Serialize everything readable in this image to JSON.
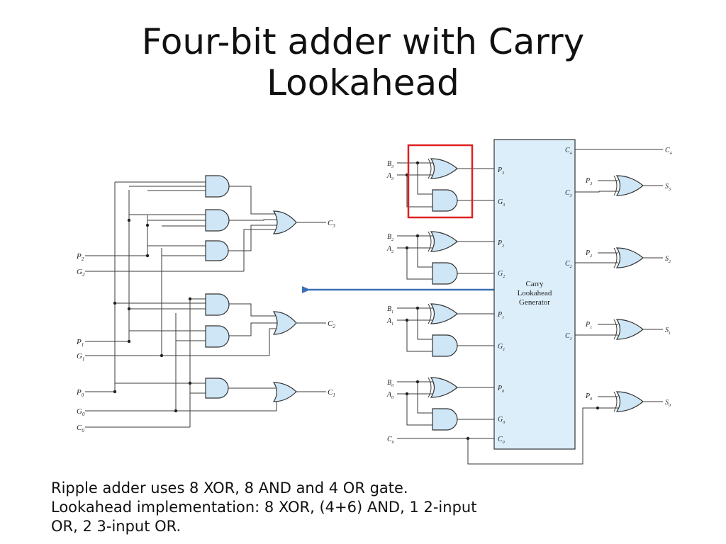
{
  "title": {
    "line1": "Four-bit adder with Carry",
    "line2": "Lookahead"
  },
  "schematic": {
    "left_circuit": {
      "inputs": [
        {
          "name": "P",
          "sub": "2"
        },
        {
          "name": "G",
          "sub": "2"
        },
        {
          "name": "P",
          "sub": "1"
        },
        {
          "name": "G",
          "sub": "1"
        },
        {
          "name": "P",
          "sub": "0"
        },
        {
          "name": "G",
          "sub": "0"
        },
        {
          "name": "C",
          "sub": "0"
        }
      ],
      "outputs": [
        {
          "name": "C",
          "sub": "3"
        },
        {
          "name": "C",
          "sub": "2"
        },
        {
          "name": "C",
          "sub": "1"
        }
      ]
    },
    "generator_block": {
      "label_line1": "Carry",
      "label_line2": "Lookahead",
      "label_line3": "Generator",
      "carry_ports": [
        {
          "name": "C",
          "sub": "4"
        },
        {
          "name": "C",
          "sub": "3"
        },
        {
          "name": "C",
          "sub": "2"
        },
        {
          "name": "C",
          "sub": "1"
        }
      ]
    },
    "stages": [
      {
        "b": {
          "name": "B",
          "sub": "3"
        },
        "a": {
          "name": "A",
          "sub": "3"
        },
        "p": {
          "name": "P",
          "sub": "3"
        },
        "g": {
          "name": "G",
          "sub": "3"
        }
      },
      {
        "b": {
          "name": "B",
          "sub": "2"
        },
        "a": {
          "name": "A",
          "sub": "2"
        },
        "p": {
          "name": "P",
          "sub": "2"
        },
        "g": {
          "name": "G",
          "sub": "2"
        }
      },
      {
        "b": {
          "name": "B",
          "sub": "1"
        },
        "a": {
          "name": "A",
          "sub": "1"
        },
        "p": {
          "name": "P",
          "sub": "1"
        },
        "g": {
          "name": "G",
          "sub": "1"
        }
      },
      {
        "b": {
          "name": "B",
          "sub": "0"
        },
        "a": {
          "name": "A",
          "sub": "0"
        },
        "p": {
          "name": "P",
          "sub": "0"
        },
        "g": {
          "name": "G",
          "sub": "0"
        }
      }
    ],
    "c0_input": {
      "name": "C",
      "sub": "0"
    },
    "c4_output": {
      "name": "C",
      "sub": "4"
    },
    "sum_stages": [
      {
        "p": {
          "name": "P",
          "sub": "3"
        },
        "s": {
          "name": "S",
          "sub": "3"
        }
      },
      {
        "p": {
          "name": "P",
          "sub": "2"
        },
        "s": {
          "name": "S",
          "sub": "2"
        }
      },
      {
        "p": {
          "name": "P",
          "sub": "1"
        },
        "s": {
          "name": "S",
          "sub": "1"
        }
      },
      {
        "p": {
          "name": "P",
          "sub": "0"
        },
        "s": {
          "name": "S",
          "sub": "0"
        }
      }
    ],
    "colors": {
      "gate_fill": "#cfe6f6",
      "block_fill": "#dceefa",
      "highlight_box": "#e02020",
      "arrow": "#3b6fb6"
    }
  },
  "notes": {
    "line1": "Ripple adder uses 8 XOR, 8 AND and 4 OR gate.",
    "line2": "Lookahead implementation:  8 XOR, (4+6) AND, 1 2-input",
    "line3": "OR, 2 3-input OR."
  }
}
